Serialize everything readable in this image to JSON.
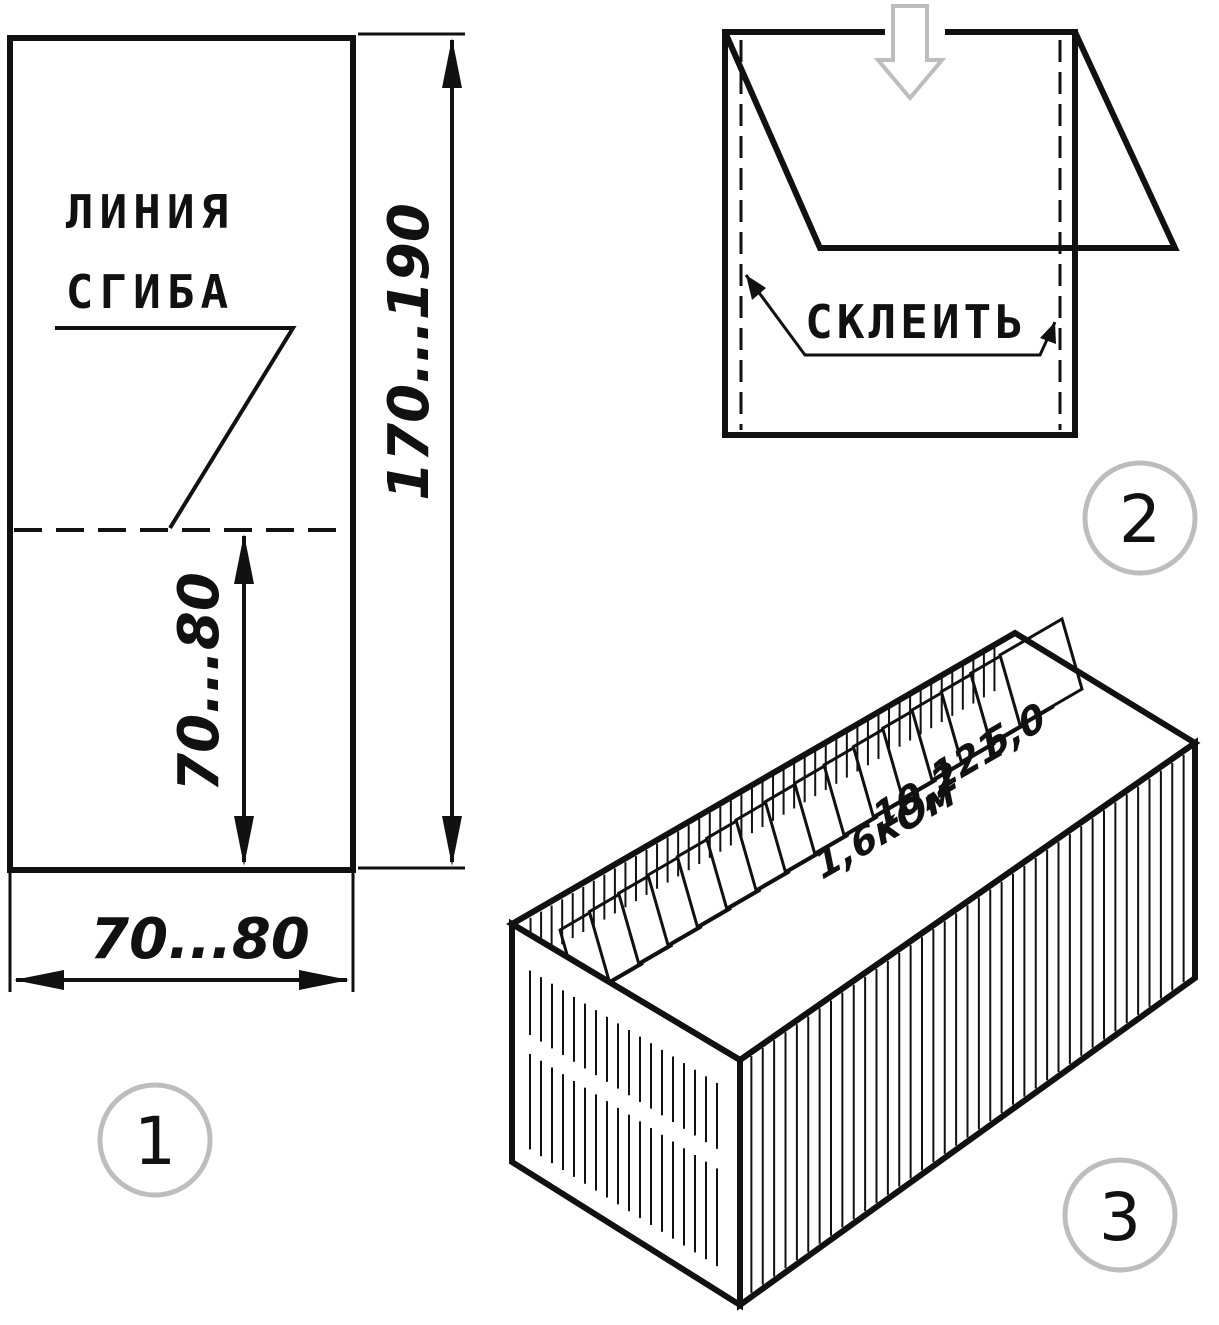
{
  "figure1": {
    "fold_label_line1": "ЛИНИЯ",
    "fold_label_line2": "СГИБА",
    "dim_total_height": "170...190",
    "dim_folded_height": "70...80",
    "dim_width": "70...80",
    "figure_number": "1"
  },
  "figure2": {
    "glue_label": "СКЛЕИТЬ",
    "figure_number": "2"
  },
  "figure3": {
    "card_labels": [
      "1,6кОм",
      "10,2",
      "121",
      "5,0"
    ],
    "figure_number": "3"
  },
  "colors": {
    "ink": "#111111",
    "circle": "#bdbdbd",
    "arrow_outline": "#bdbdbd"
  }
}
